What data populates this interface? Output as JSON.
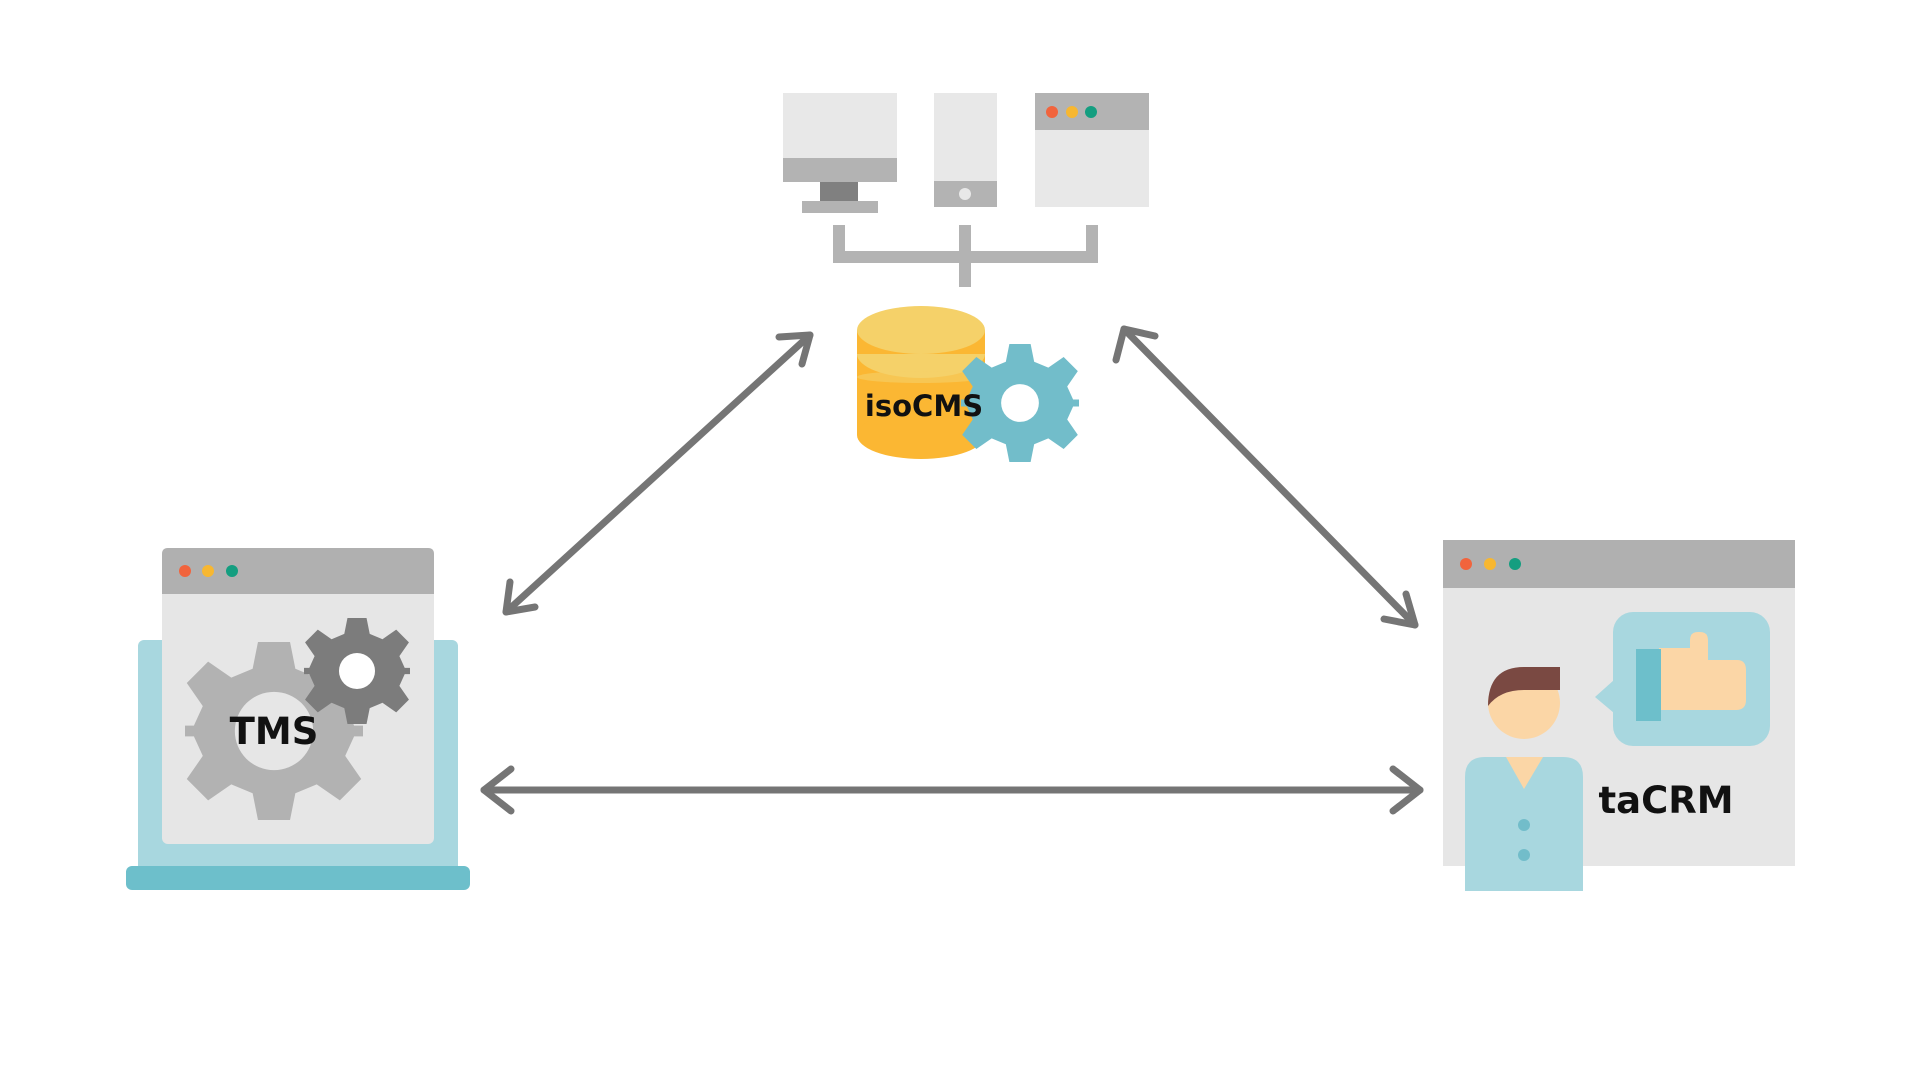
{
  "nodes": {
    "cms": {
      "label": "isoCMS"
    },
    "tms": {
      "label": "TMS"
    },
    "crm": {
      "label": "taCRM"
    }
  },
  "colors": {
    "arrow": "#757575",
    "device_light": "#e8e8e8",
    "device_mid": "#b3b3b3",
    "device_dark": "#808080",
    "db_top": "#f5d169",
    "db_body": "#fbb733",
    "gear_teal": "#72bdca",
    "gear_light": "#b2b2b2",
    "gear_dark": "#7c7c7c",
    "laptop_body": "#a8d7df",
    "laptop_base": "#6dbfcb",
    "window_bg": "#e6e6e6",
    "window_bar": "#b0b0b0",
    "dot_red": "#f1643d",
    "dot_yellow": "#f7b731",
    "dot_green": "#149e80",
    "skin": "#fbd6a6",
    "hair": "#7a4942",
    "shirt": "#a8d7df",
    "bubble": "#a8d7df"
  },
  "icons": {
    "cms": "database-gear-icon",
    "devices": "devices-icon",
    "tms": "laptop-gears-icon",
    "crm": "customer-feedback-icon"
  }
}
